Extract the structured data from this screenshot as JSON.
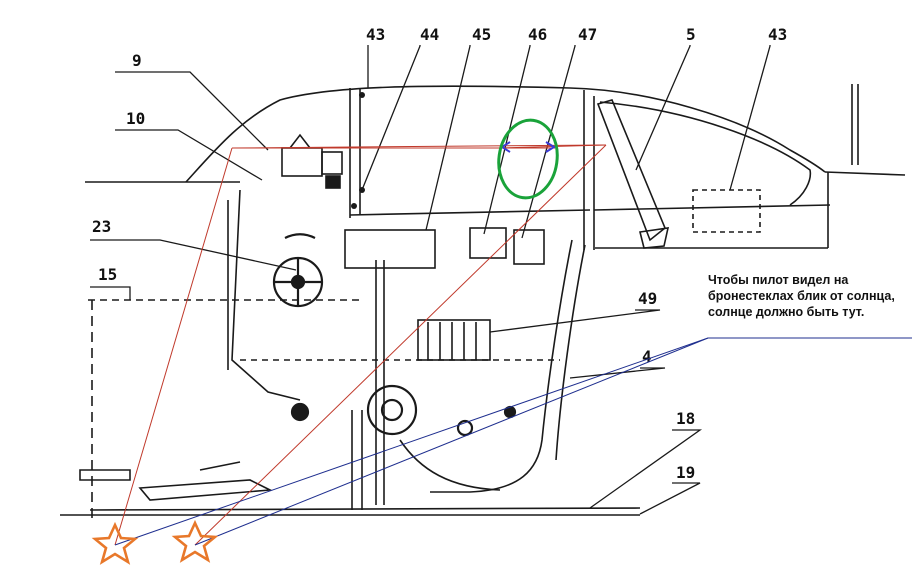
{
  "callouts": {
    "c9": "9",
    "c10": "10",
    "c23": "23",
    "c15": "15",
    "c43a": "43",
    "c44": "44",
    "c45": "45",
    "c46": "46",
    "c47": "47",
    "c5": "5",
    "c43b": "43",
    "c49": "49",
    "c4": "4",
    "c18": "18",
    "c19": "19"
  },
  "annotation": {
    "text": "Чтобы пилот видел на бронестеклах блик от солнца, солнце должно быть тут."
  },
  "colors": {
    "drawing": "#1a1a1a",
    "red_lines": "#c0392b",
    "blue_lines": "#1f2f8f",
    "green_ellipse": "#1aa33a",
    "sun_stars": "#e8782a"
  },
  "icons": [
    "star-icon",
    "star-icon"
  ]
}
